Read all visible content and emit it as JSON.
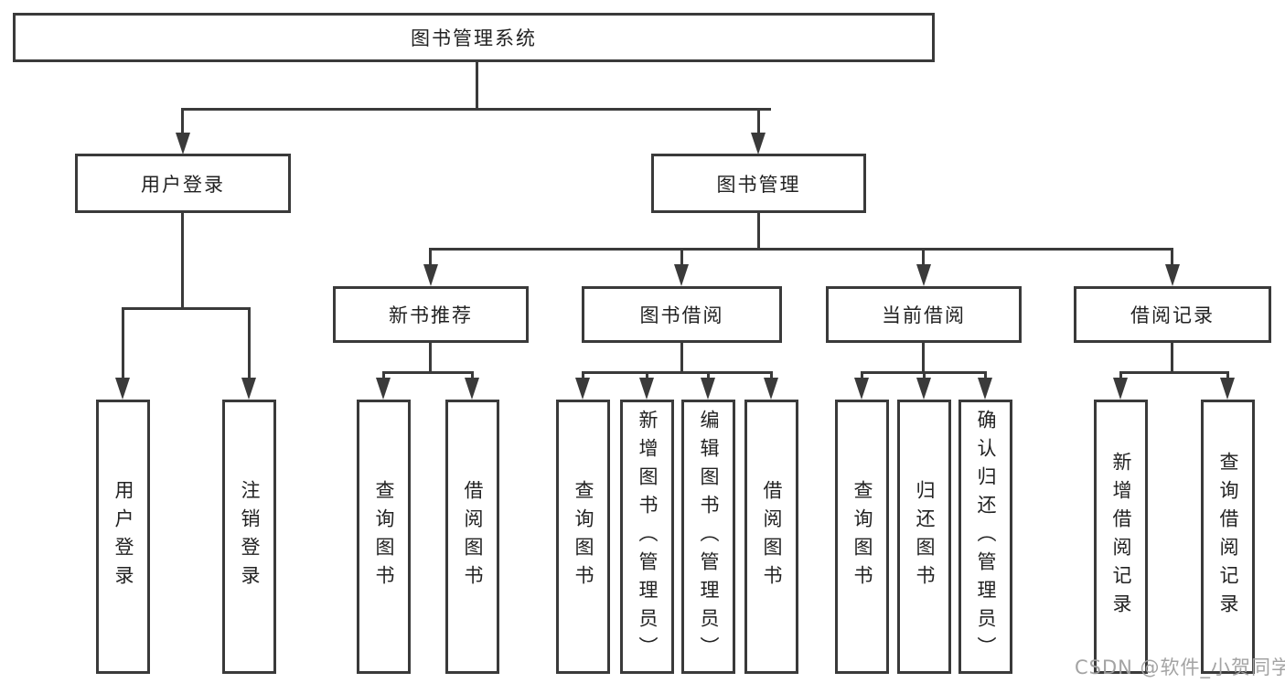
{
  "diagram_type": "hierarchy-tree",
  "colors": {
    "line": "#3a3a3a",
    "text": "#222222",
    "background": "#ffffff",
    "watermark": "#9e9e9e"
  },
  "watermark": {
    "text": "CSDN @软件_小贺同学"
  },
  "tree": {
    "label": "图书管理系统",
    "children": [
      {
        "label": "用户登录",
        "children": [
          {
            "label": "用户登录"
          },
          {
            "label": "注销登录"
          }
        ]
      },
      {
        "label": "图书管理",
        "children": [
          {
            "label": "新书推荐",
            "children": [
              {
                "label": "查询图书"
              },
              {
                "label": "借阅图书"
              }
            ]
          },
          {
            "label": "图书借阅",
            "children": [
              {
                "label": "查询图书"
              },
              {
                "label": "新增图书（管理员）"
              },
              {
                "label": "编辑图书（管理员）"
              },
              {
                "label": "借阅图书"
              }
            ]
          },
          {
            "label": "当前借阅",
            "children": [
              {
                "label": "查询图书"
              },
              {
                "label": "归还图书"
              },
              {
                "label": "确认归还（管理员）"
              }
            ]
          },
          {
            "label": "借阅记录",
            "children": [
              {
                "label": "新增借阅记录"
              },
              {
                "label": "查询借阅记录"
              }
            ]
          }
        ]
      }
    ]
  }
}
